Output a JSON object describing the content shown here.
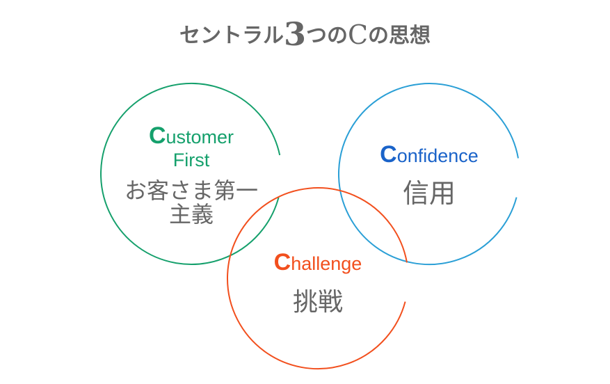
{
  "title": {
    "part1": "セントラル",
    "number": "3",
    "part2": "つの",
    "letter": "C",
    "part3": "の思想"
  },
  "circles": [
    {
      "id": "customer-first",
      "initial": "C",
      "rest_line1": "ustomer",
      "line2": "First",
      "japanese_line1": "お客さま第一",
      "japanese_line2": "主義",
      "color": "#15a06c"
    },
    {
      "id": "confidence",
      "initial": "C",
      "rest_line1": "onfidence",
      "japanese_line1": "信用",
      "color": "#1a63c9",
      "stroke": "#2a9fd6"
    },
    {
      "id": "challenge",
      "initial": "C",
      "rest_line1": "hallenge",
      "japanese_line1": "挑戦",
      "color": "#f24f1d"
    }
  ]
}
